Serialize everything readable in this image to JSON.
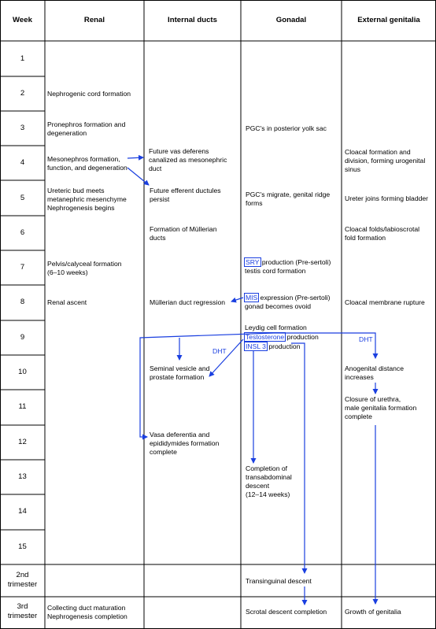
{
  "headers": {
    "week": "Week",
    "renal": "Renal",
    "internal": "Internal ducts",
    "gonadal": "Gonadal",
    "external": "External genitalia"
  },
  "weeks": [
    "1",
    "2",
    "3",
    "4",
    "5",
    "6",
    "7",
    "8",
    "9",
    "10",
    "11",
    "12",
    "13",
    "14",
    "15",
    "2nd\ntrimester",
    "3rd\ntrimester"
  ],
  "renal": {
    "r2": "Nephrogenic cord formation",
    "r3": "Pronephros formation and\ndegeneration",
    "r4": "Mesonephros formation,\nfunction, and degeneration",
    "r5": "Ureteric bud meets\nmetanephric mesenchyme\nNephrogenesis begins",
    "r7": "Pelvis/calyceal formation\n(6–10 weeks)",
    "r8": "Renal ascent",
    "r17": "Collecting duct maturation\nNephrogenesis completion"
  },
  "internal": {
    "r4": "Future vas deferens\ncanalized as mesonephric\nduct",
    "r5": "Future efferent ductules\npersist",
    "r6": "Formation of Müllerian\nducts",
    "r8": "Müllerian duct regression",
    "r10": "Seminal vesicle and\nprostate formation",
    "r12": "Vasa deferentia and\nepididymides formation\ncomplete"
  },
  "gonadal": {
    "r3": "PGC's in posterior yolk sac",
    "r5": "PGC's migrate, genital ridge\nforms",
    "r7_box": "SRY",
    "r7_rest": " production (Pre-sertoli)",
    "r7_line2": "testis cord formation",
    "r8_box": "MIS",
    "r8_rest": " expression (Pre-sertoli)",
    "r8_line2": "gonad becomes ovoid",
    "r9_line1": "Leydig cell formation",
    "r9_box2": "Testosterone",
    "r9_rest2": " production",
    "r9_box3": "INSL 3",
    "r9_rest3": " production",
    "r13": "Completion of\ntransabdominal\ndescent\n(12–14 weeks)",
    "r16": "Transinguinal descent",
    "r17": "Scrotal descent completion"
  },
  "external": {
    "r4": "Cloacal formation and\ndivision, forming urogenital\nsinus",
    "r5": "Ureter joins forming bladder",
    "r6": "Cloacal folds/labioscrotal\nfold formation",
    "r8": "Cloacal membrane rupture",
    "r10": "Anogenital distance\nincreases",
    "r11": "Closure of urethra,\nmale genitalia formation\ncomplete",
    "r17": "Growth of genitalia"
  },
  "labels": {
    "dht_internal": "DHT",
    "dht_external": "DHT"
  },
  "colors": {
    "arrow": "#1a3fe0",
    "grid": "#000000"
  }
}
